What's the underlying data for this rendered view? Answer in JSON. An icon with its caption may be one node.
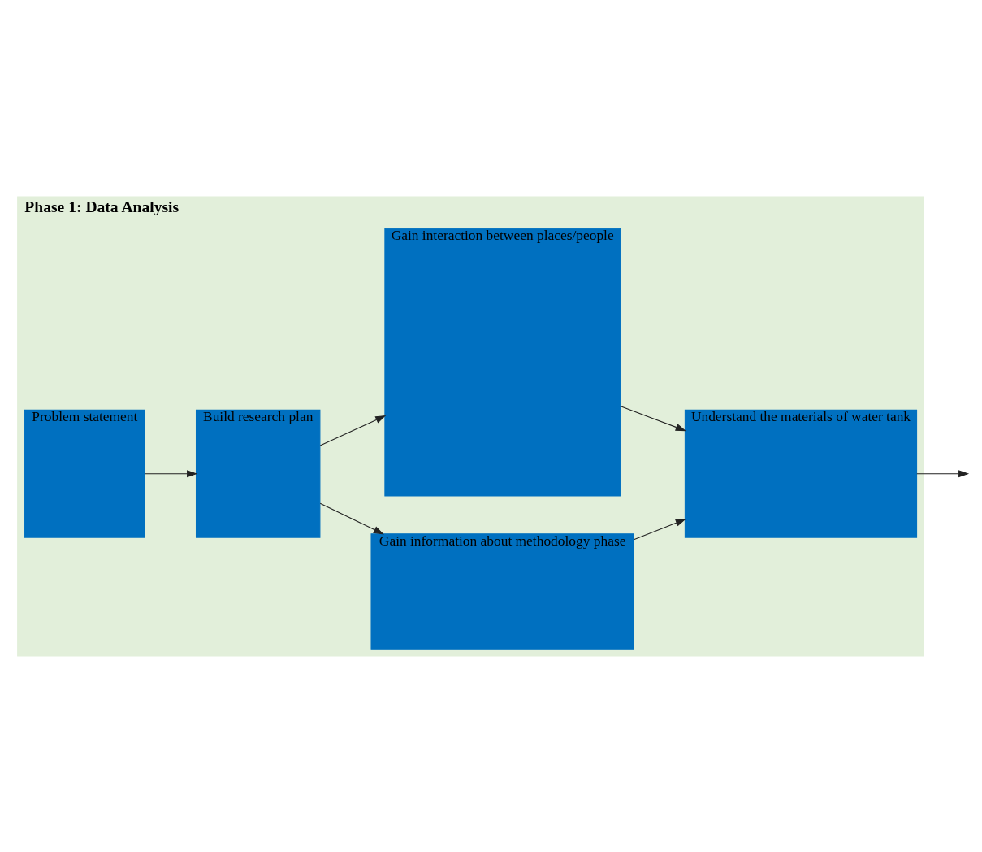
{
  "diagram": {
    "nodes": [
      {
        "text": [
          "Phase 1: Data Analysis"
        ]
      },
      {
        "text": [
          "Problem statement"
        ],
        "in": 0
      },
      {
        "text": [
          "Build research plan"
        ],
        "in": 0
      },
      {
        "text": [
          "Gain information about methodology phase"
        ],
        "in": 0
      },
      {
        "text": [
          "Gain interaction between places/people"
        ],
        "in": 0
      },
      {
        "text": [
          "Understand the materials of water tank"
        ],
        "in": 0
      }
    ],
    "edges": [
      {
        "from": 1,
        "to": 2,
        "arrow": "to"
      },
      {
        "from": 2,
        "to": 3,
        "arrow": "to"
      },
      {
        "from": 2,
        "to": 4,
        "arrow": "to"
      },
      {
        "from": 3,
        "to": 5,
        "arrow": "to"
      },
      {
        "from": 4,
        "to": 5,
        "arrow": "to"
      },
      {
        "from": 5,
        "to": null,
        "arrow": "to"
      }
    ]
  }
}
